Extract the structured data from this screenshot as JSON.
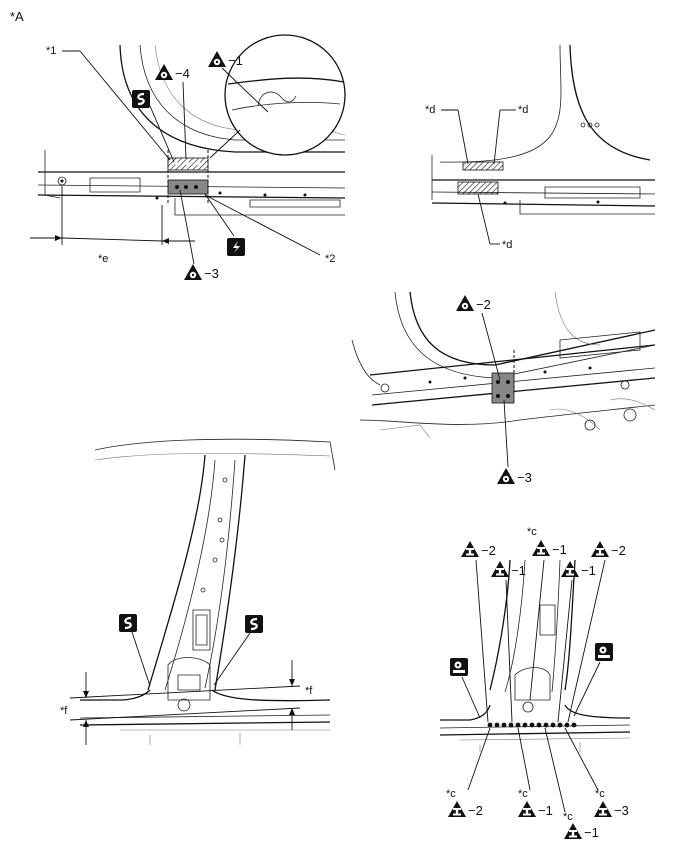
{
  "figure": {
    "view_label": "*A",
    "callouts": {
      "c1": "*1",
      "c2": "*2",
      "ce": "*e",
      "cf": "*f",
      "cd": "*d",
      "cc": "*c"
    },
    "symbols": {
      "weld_1": "1",
      "weld_2": "2",
      "weld_3": "3",
      "weld_4": "4",
      "plug_1": "1",
      "plug_2": "2",
      "plug_3": "3"
    },
    "dash": "−"
  }
}
